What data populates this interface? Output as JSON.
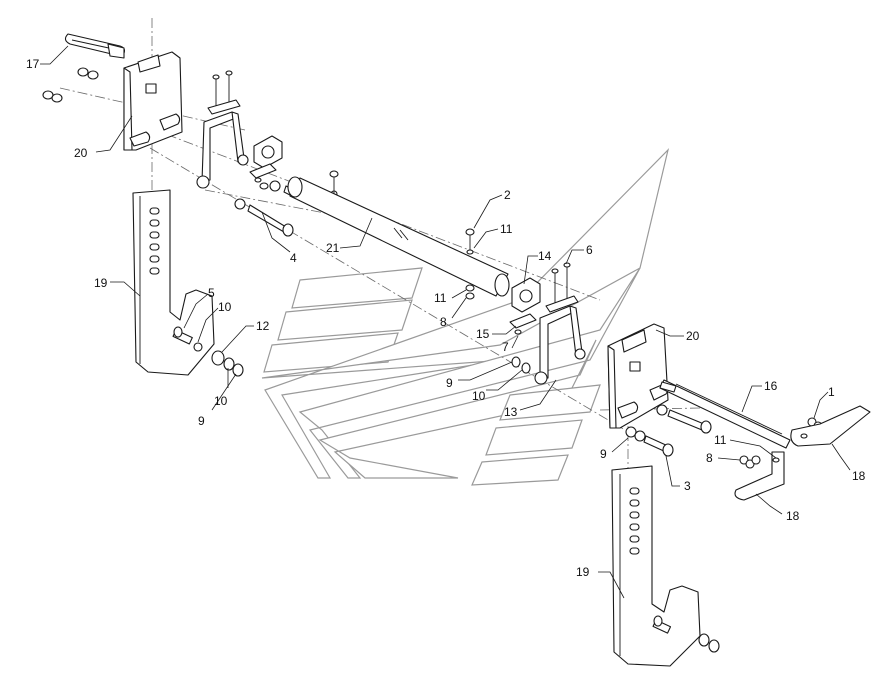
{
  "diagram": {
    "callouts": [
      {
        "id": "c17",
        "label": "17"
      },
      {
        "id": "c20a",
        "label": "20"
      },
      {
        "id": "c19a",
        "label": "19"
      },
      {
        "id": "c5",
        "label": "5"
      },
      {
        "id": "c10a",
        "label": "10"
      },
      {
        "id": "c12",
        "label": "12"
      },
      {
        "id": "c10b",
        "label": "10"
      },
      {
        "id": "c9a",
        "label": "9"
      },
      {
        "id": "c4",
        "label": "4"
      },
      {
        "id": "c21",
        "label": "21"
      },
      {
        "id": "c2",
        "label": "2"
      },
      {
        "id": "c11a",
        "label": "11"
      },
      {
        "id": "c11b",
        "label": "11"
      },
      {
        "id": "c8a",
        "label": "8"
      },
      {
        "id": "c14",
        "label": "14"
      },
      {
        "id": "c6",
        "label": "6"
      },
      {
        "id": "c15",
        "label": "15"
      },
      {
        "id": "c7",
        "label": "7"
      },
      {
        "id": "c9b",
        "label": "9"
      },
      {
        "id": "c10c",
        "label": "10"
      },
      {
        "id": "c13",
        "label": "13"
      },
      {
        "id": "c20b",
        "label": "20"
      },
      {
        "id": "c16",
        "label": "16"
      },
      {
        "id": "c1",
        "label": "1"
      },
      {
        "id": "c11c",
        "label": "11"
      },
      {
        "id": "c8b",
        "label": "8"
      },
      {
        "id": "c9c",
        "label": "9"
      },
      {
        "id": "c3",
        "label": "3"
      },
      {
        "id": "c18a",
        "label": "18"
      },
      {
        "id": "c18b",
        "label": "18"
      },
      {
        "id": "c19b",
        "label": "19"
      }
    ]
  }
}
